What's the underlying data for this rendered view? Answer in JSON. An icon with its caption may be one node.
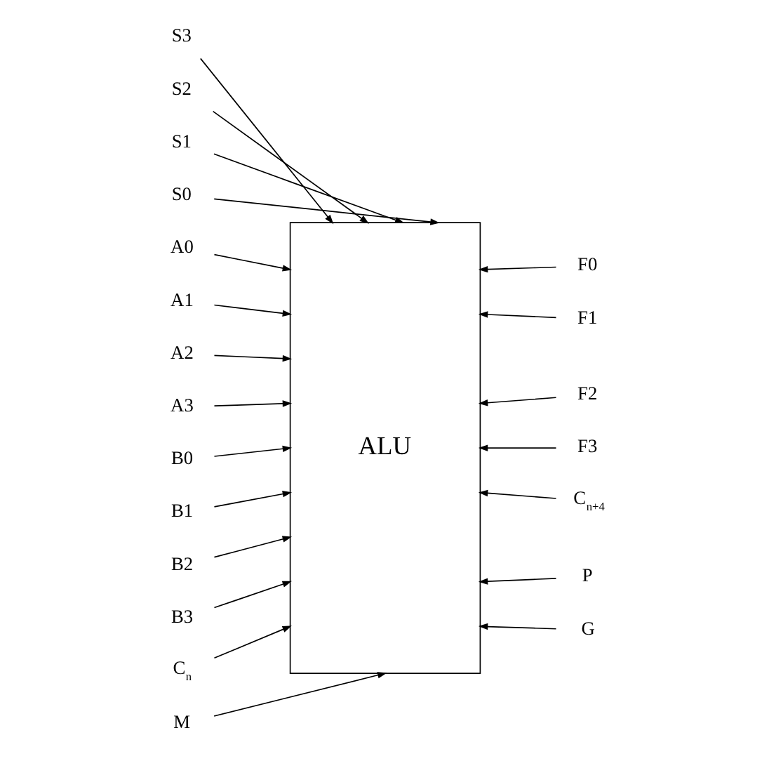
{
  "diagram": {
    "nodes": [
      {
        "text": [
          "S3"
        ]
      },
      {
        "text": [
          "S2"
        ]
      },
      {
        "text": [
          "S1"
        ]
      },
      {
        "text": [
          "S0"
        ]
      },
      {
        "text": [
          "A0"
        ]
      },
      {
        "text": [
          "A1"
        ]
      },
      {
        "text": [
          "A2"
        ]
      },
      {
        "text": [
          "A3"
        ]
      },
      {
        "text": [
          "B0"
        ]
      },
      {
        "text": [
          "B1"
        ]
      },
      {
        "text": [
          "B2"
        ]
      },
      {
        "text": [
          "B3"
        ]
      },
      {
        "text": [
          "C$_{n}$"
        ]
      },
      {
        "text": [
          "ALU"
        ]
      },
      {
        "text": [
          "F0"
        ]
      },
      {
        "text": [
          "F1"
        ]
      },
      {
        "text": [
          "F2"
        ]
      },
      {
        "text": [
          "F3"
        ]
      },
      {
        "text": [
          "C$_{n+4}$"
        ]
      },
      {
        "text": [
          "P"
        ]
      },
      {
        "text": [
          "G"
        ]
      },
      {
        "text": [
          "M"
        ]
      }
    ],
    "edges": [
      {
        "from": 0,
        "to": 13,
        "arrow": "to"
      },
      {
        "from": 1,
        "to": 13,
        "arrow": "to"
      },
      {
        "from": 2,
        "to": 13,
        "arrow": "to"
      },
      {
        "from": 3,
        "to": 13,
        "arrow": "to"
      },
      {
        "from": 4,
        "to": 13,
        "arrow": "to"
      },
      {
        "from": 5,
        "to": 13,
        "arrow": "to"
      },
      {
        "from": 6,
        "to": 13,
        "arrow": "to"
      },
      {
        "from": 7,
        "to": 13,
        "arrow": "to"
      },
      {
        "from": 8,
        "to": 13,
        "arrow": "to"
      },
      {
        "from": 9,
        "to": 13,
        "arrow": "to"
      },
      {
        "from": 10,
        "to": 13,
        "arrow": "to"
      },
      {
        "from": 11,
        "to": 13,
        "arrow": "to"
      },
      {
        "from": 12,
        "to": 13,
        "arrow": "to"
      },
      {
        "from": 14,
        "to": 13,
        "arrow": "to"
      },
      {
        "from": 15,
        "to": 13,
        "arrow": "to"
      },
      {
        "from": 16,
        "to": 13,
        "arrow": "to"
      },
      {
        "from": 17,
        "to": 13,
        "arrow": "to"
      },
      {
        "from": 18,
        "to": 13,
        "arrow": "to"
      },
      {
        "from": 19,
        "to": 13,
        "arrow": "to"
      },
      {
        "from": 20,
        "to": 13,
        "arrow": "to"
      },
      {
        "from": 21,
        "to": 13,
        "arrow": "to"
      }
    ]
  }
}
